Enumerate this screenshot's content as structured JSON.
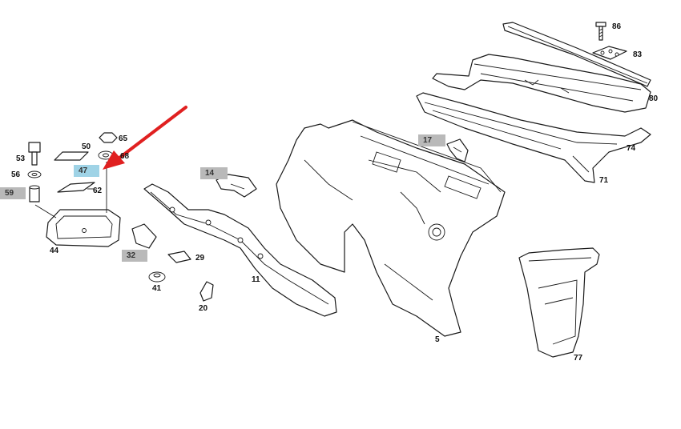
{
  "colors": {
    "highlight_gray": "#b9b9b9",
    "highlight_blue": "#9fd3e6",
    "arrow": "#e02020"
  },
  "labels": {
    "l86": "86",
    "l83": "83",
    "l80": "80",
    "l74": "74",
    "l71": "71",
    "l17": "17",
    "l14": "14",
    "l65": "65",
    "l50": "50",
    "l53": "53",
    "l68": "68",
    "l47": "47",
    "l56": "56",
    "l62": "62",
    "l59": "59",
    "l44": "44",
    "l32": "32",
    "l29": "29",
    "l41": "41",
    "l20": "20",
    "l11": "11",
    "l5": "5",
    "l77": "77"
  },
  "icons": {
    "pointer": "red-arrow-icon"
  }
}
